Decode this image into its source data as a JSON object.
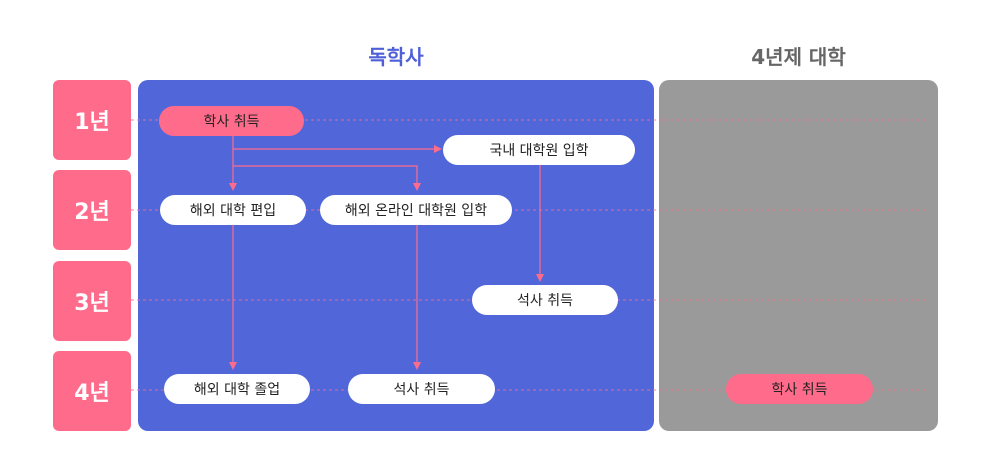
{
  "columns": {
    "left_title": "독학사",
    "right_title": "4년제 대학"
  },
  "years": [
    "1년",
    "2년",
    "3년",
    "4년"
  ],
  "nodes": {
    "bachelor": "학사 취득",
    "domestic_grad": "국내 대학원 입학",
    "overseas_transfer": "해외 대학 편입",
    "overseas_online_grad": "해외 온라인 대학원 입학",
    "masters_year3": "석사 취득",
    "overseas_graduation": "해외 대학 졸업",
    "masters_year4": "석사 취득",
    "bachelor_4yr": "학사 취득"
  },
  "colors": {
    "accent_pink": "#ff6b8b",
    "panel_blue": "#5167d9",
    "panel_gray": "#9a9a9a",
    "title_blue": "#4f5fd8",
    "title_gray": "#666666"
  }
}
